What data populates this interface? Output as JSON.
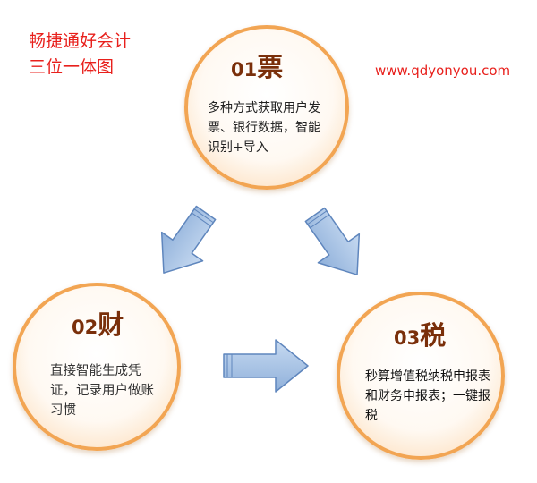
{
  "title": {
    "line1": "畅捷通好会计",
    "line2": "三位一体图"
  },
  "url": "www.qdyonyou.com",
  "nodes": [
    {
      "num": "01",
      "char": "票",
      "desc": "多种方式获取用户发票、银行数据，智能识别+导入"
    },
    {
      "num": "02",
      "char": "财",
      "desc": "直接智能生成凭证，记录用户做账习惯"
    },
    {
      "num": "03",
      "char": "税",
      "desc": "秒算增值税纳税申报表和财务申报表；一键报税"
    }
  ],
  "colors": {
    "title": "#e8201c",
    "ring": "#f2a553",
    "heading": "#7a2f0a",
    "arrow": "#9dbbe0",
    "arrow_stroke": "#5f86bd"
  },
  "icons": {
    "arrows": "flow-arrow"
  }
}
